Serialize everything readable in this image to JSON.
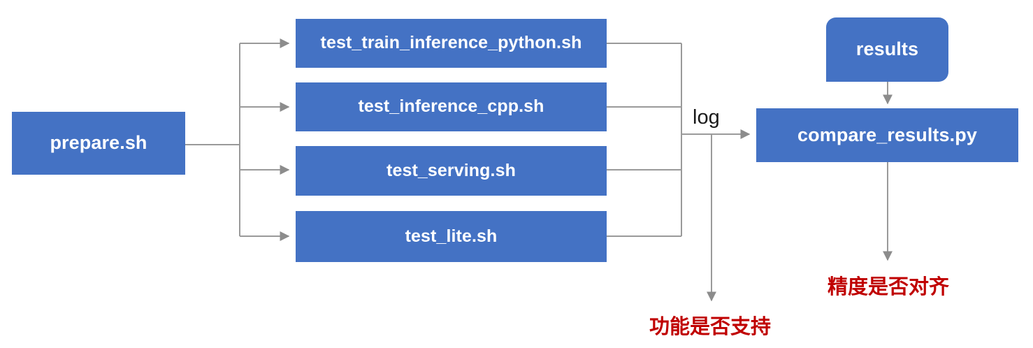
{
  "diagram": {
    "title": "PaddlePaddle TIPC test pipeline flowchart",
    "colors": {
      "node_fill": "#4472C4",
      "node_text": "#ffffff",
      "wire": "#9a9a9a",
      "alert_text": "#C00000",
      "label_text": "#1a1a1a",
      "background": "#ffffff"
    },
    "nodes": {
      "prepare": "prepare.sh",
      "test_train_inference_python": "test_train_inference_python.sh",
      "test_inference_cpp": "test_inference_cpp.sh",
      "test_serving": "test_serving.sh",
      "test_lite": "test_lite.sh",
      "results": "results",
      "compare_results": "compare_results.py"
    },
    "edge_labels": {
      "log": "log"
    },
    "outcomes": {
      "function_supported": "功能是否支持",
      "precision_aligned": "精度是否对齐"
    }
  }
}
